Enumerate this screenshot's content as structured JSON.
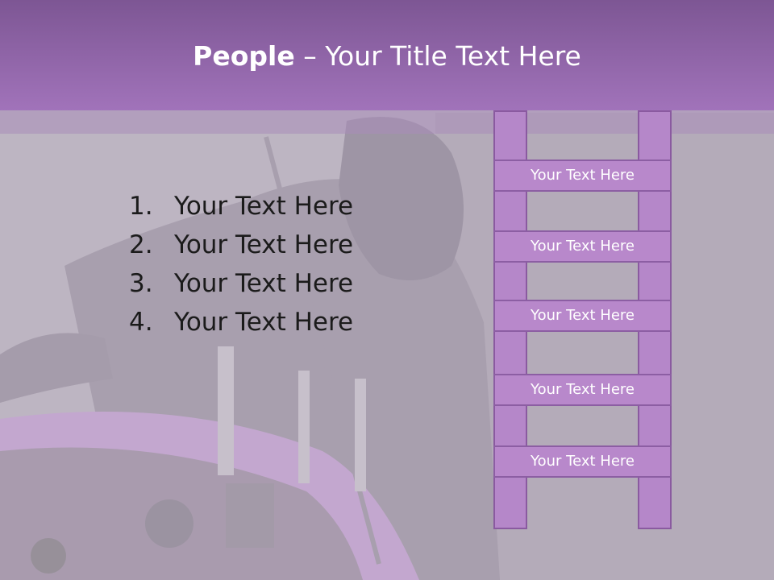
{
  "title": {
    "bold": "People",
    "rest": " – Your Title Text Here"
  },
  "list": [
    {
      "num": "1.",
      "text": "Your Text Here"
    },
    {
      "num": "2.",
      "text": "Your Text Here"
    },
    {
      "num": "3.",
      "text": "Your Text Here"
    },
    {
      "num": "4.",
      "text": "Your Text Here"
    }
  ],
  "ladder_rungs": [
    "Your Text Here",
    "Your Text Here",
    "Your Text Here",
    "Your Text Here",
    "Your Text Here"
  ],
  "colors": {
    "title_band": "#a173ba",
    "ladder_fill": "#b888cb",
    "ladder_border": "#8c5ea3"
  }
}
